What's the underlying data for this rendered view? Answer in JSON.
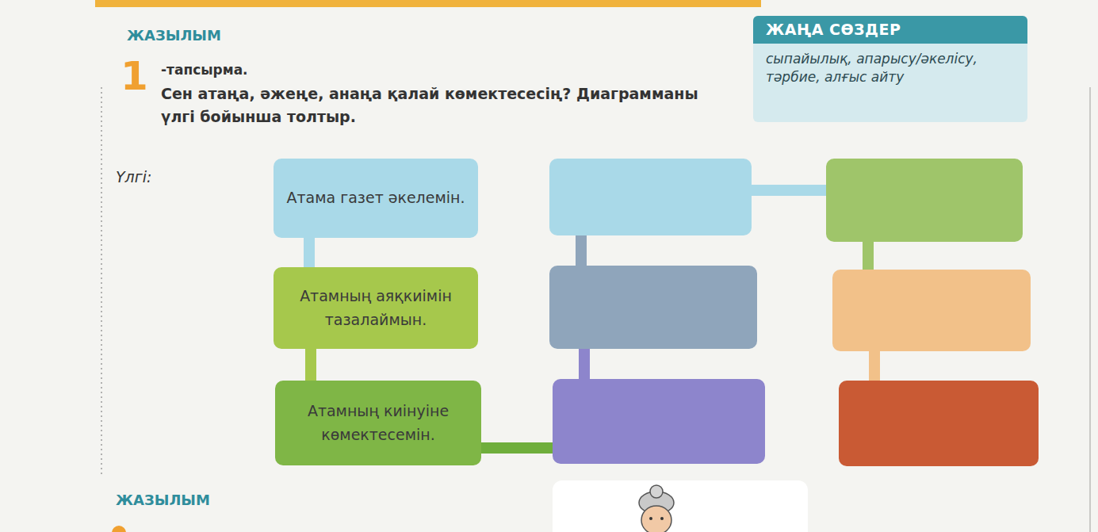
{
  "diagram": {
    "nodes": [
      {
        "text": [
          "ЖАҢА СӨЗДЕР",
          "сыпайылық, апарысу/әкелісу, тәрбие, алғыс айту"
        ]
      },
      {
        "text": [
          "Атама газет әкелемін."
        ]
      },
      {
        "text": [
          "Атамның аяқкиімін тазалаймын."
        ]
      },
      {
        "text": [
          "Атамның киінуіне көмектесемін."
        ]
      },
      {
        "text": []
      },
      {
        "text": []
      },
      {
        "text": []
      },
      {
        "text": []
      },
      {
        "text": []
      },
      {
        "text": []
      }
    ],
    "edges": [
      {
        "from": 1,
        "to": 2,
        "arrow": "none"
      },
      {
        "from": 2,
        "to": 3,
        "arrow": "none"
      },
      {
        "from": 3,
        "to": 6,
        "arrow": "none"
      },
      {
        "from": 4,
        "to": 5,
        "arrow": "none"
      },
      {
        "from": 5,
        "to": 6,
        "arrow": "none"
      },
      {
        "from": 4,
        "to": 7,
        "arrow": "none"
      },
      {
        "from": 7,
        "to": 8,
        "arrow": "none"
      },
      {
        "from": 8,
        "to": 9,
        "arrow": "none"
      }
    ],
    "labels": [
      "ЖАЗЫЛЫМ",
      "1",
      "-тапсырма.",
      "Сен атаңа, әжеңе, анаңа қалай көмектесесің? Диаграмманы үлгі бойынша толтыр.",
      "Үлгі:",
      "ЖАЗЫЛЫМ"
    ]
  }
}
